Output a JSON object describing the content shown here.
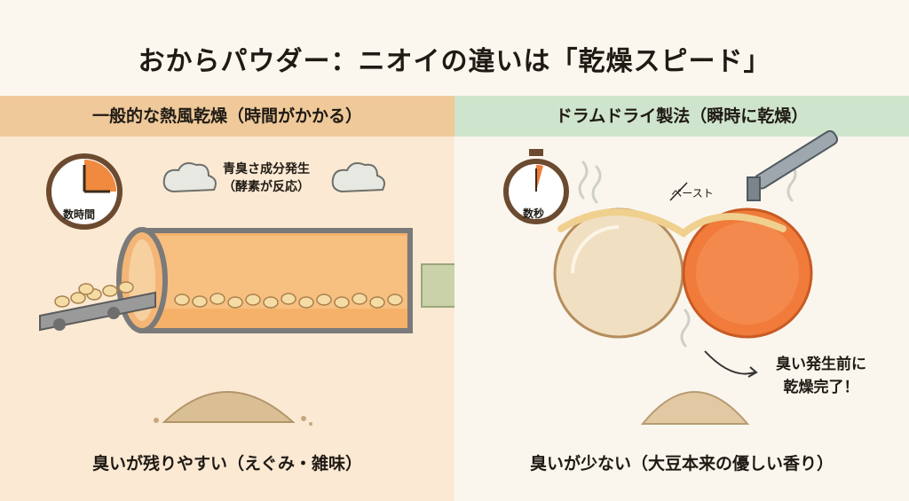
{
  "title": "おからパウダー：ニオイの違いは「乾燥スピード」",
  "left": {
    "header": "一般的な熱風乾燥（時間がかかる）",
    "clock_label": "数時間",
    "cloud_note_line1": "青臭さ成分発生",
    "cloud_note_line2": "（酵素が反応）",
    "caption": "臭いが残りやすい（えぐみ・雑味）"
  },
  "right": {
    "header": "ドラムドライ製法（瞬時に乾燥）",
    "clock_label": "数秒",
    "paste_label": "ペースト",
    "note_line1": "臭い発生前に",
    "note_line2": "乾燥完了！",
    "caption": "臭いが少ない（大豆本来の優しい香り）"
  },
  "colors": {
    "left_bg": "#fbe9d3",
    "left_header": "#efc99a",
    "right_bg": "#faf6ee",
    "right_header": "#cfe4cc",
    "arrow": "#c9d2a8",
    "drum_orange": "#f07b3a",
    "drum_beige": "#f1dfc2"
  },
  "icons": [
    "clock-icon",
    "stopwatch-icon",
    "steam-icon",
    "cloud-icon",
    "arrow-right-icon",
    "drum-icon",
    "powder-pile-icon"
  ]
}
